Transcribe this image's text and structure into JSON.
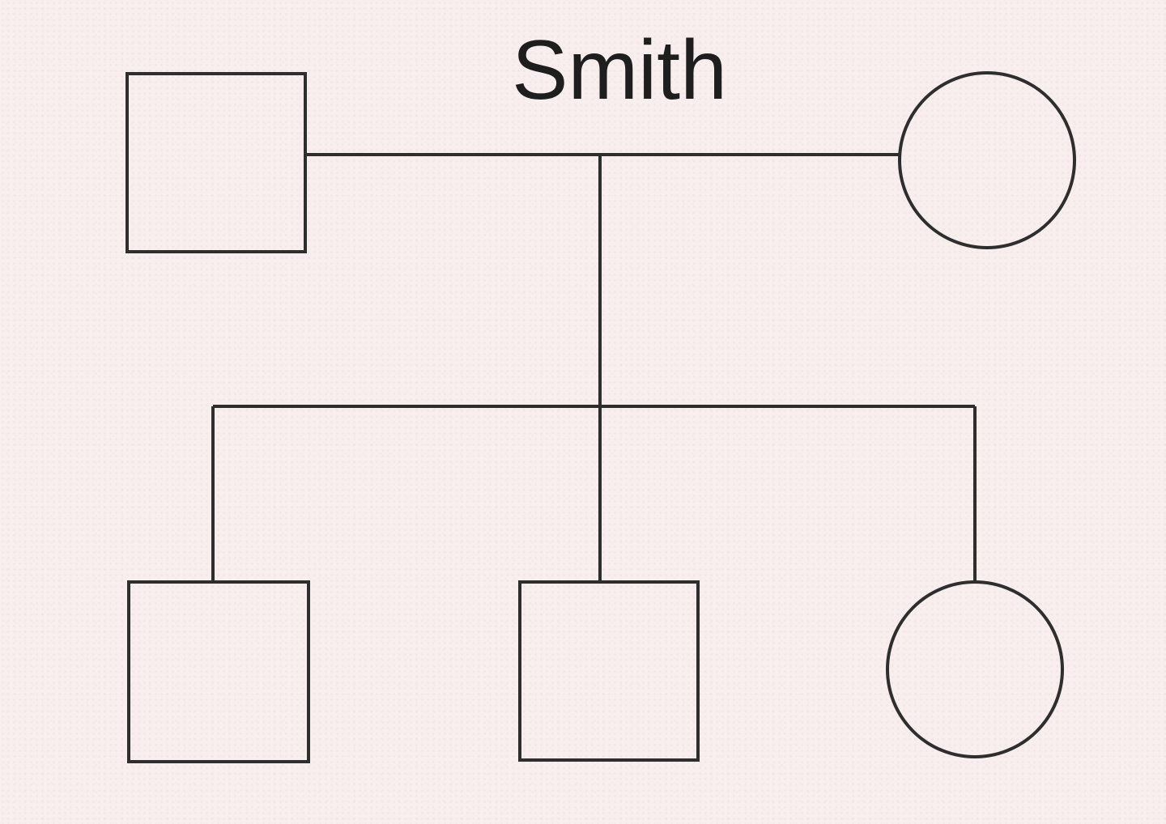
{
  "pedigree": {
    "family_name": "Smith",
    "colors": {
      "background": "#f8eeee",
      "line": "#2e2e2e",
      "text": "#1e1e1e"
    },
    "parents": [
      {
        "role": "father",
        "symbol": "square"
      },
      {
        "role": "mother",
        "symbol": "circle"
      }
    ],
    "children": [
      {
        "symbol": "square"
      },
      {
        "symbol": "square"
      },
      {
        "symbol": "circle"
      }
    ]
  }
}
